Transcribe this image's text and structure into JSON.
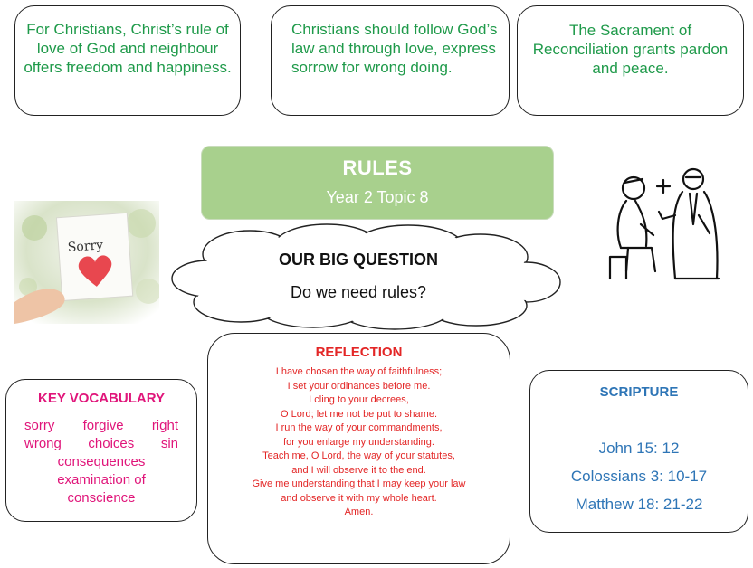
{
  "top_boxes": [
    {
      "text": "For Christians, Christ’s rule of love of God and neighbour offers freedom and happiness."
    },
    {
      "text": "Christians should follow God’s law and through love, express sorrow for wrong doing."
    },
    {
      "text": "The Sacrament of Reconciliation grants pardon and peace."
    }
  ],
  "header": {
    "title": "RULES",
    "subtitle": "Year 2 Topic 8"
  },
  "big_question": {
    "title": "OUR BIG QUESTION",
    "question": "Do we need rules?"
  },
  "photo": {
    "card_text": "Sorry"
  },
  "key_vocabulary": {
    "heading": "KEY VOCABULARY",
    "line1": "sorry forgive right",
    "line2": "wrong choices sin",
    "line3": "consequences",
    "line4": "examination of",
    "line5": "conscience"
  },
  "reflection": {
    "heading": "REFLECTION",
    "lines": [
      "I have chosen the way of faithfulness;",
      "I set your ordinances before me.",
      "I cling to your decrees,",
      "O Lord; let me not be put to shame.",
      "I run the way of your commandments,",
      "for you enlarge my understanding.",
      "Teach me, O Lord, the way of your statutes,",
      "and I will observe it to the end.",
      "Give me understanding that I may keep your law",
      "and observe it with my whole heart.",
      "Amen."
    ]
  },
  "scripture": {
    "heading": "SCRIPTURE",
    "refs": [
      "John 15: 12",
      "Colossians 3: 10-17",
      "Matthew 18: 21-22"
    ]
  },
  "colors": {
    "green": "#1f9a4a",
    "pink": "#e0157a",
    "red": "#e32626",
    "blue": "#2e75b6",
    "banner": "#a8d08d"
  }
}
